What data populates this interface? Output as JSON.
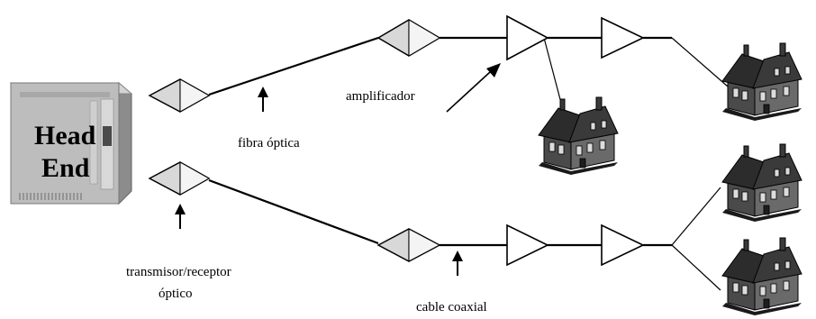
{
  "head_end": {
    "line1": "Head",
    "line2": "End",
    "icon": "head-end-rack-icon"
  },
  "labels": {
    "fiber": "fibra óptica",
    "amplifier": "amplificador",
    "transceiver_line1": "transmisor/receptor",
    "transceiver_line2": "óptico",
    "coax": "cable coaxial"
  },
  "icons": {
    "transceiver": "optical-node-diamond-icon",
    "amplifier": "amplifier-triangle-icon",
    "house": "house-icon",
    "arrow": "pointer-arrow-icon"
  },
  "colors": {
    "line": "#000000",
    "diamond_fill": "#d8d8d8",
    "rack_front": "#bdbdbd",
    "rack_side": "#8c8c8c",
    "house_wall": "#5a5a5a",
    "house_roof": "#2e2e2e"
  }
}
